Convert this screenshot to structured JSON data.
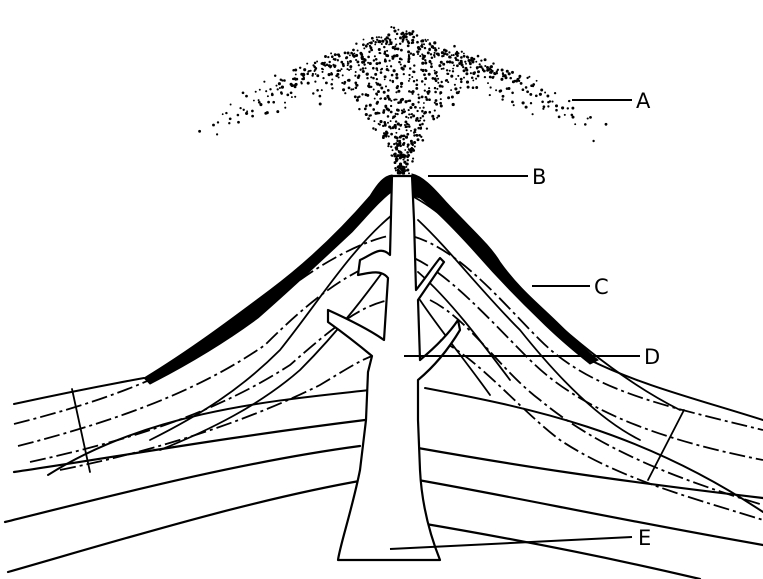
{
  "labels": {
    "a": "A",
    "b": "B",
    "c": "C",
    "d": "D",
    "e": "E"
  },
  "colors": {
    "ink": "#000000",
    "paper": "#ffffff"
  }
}
